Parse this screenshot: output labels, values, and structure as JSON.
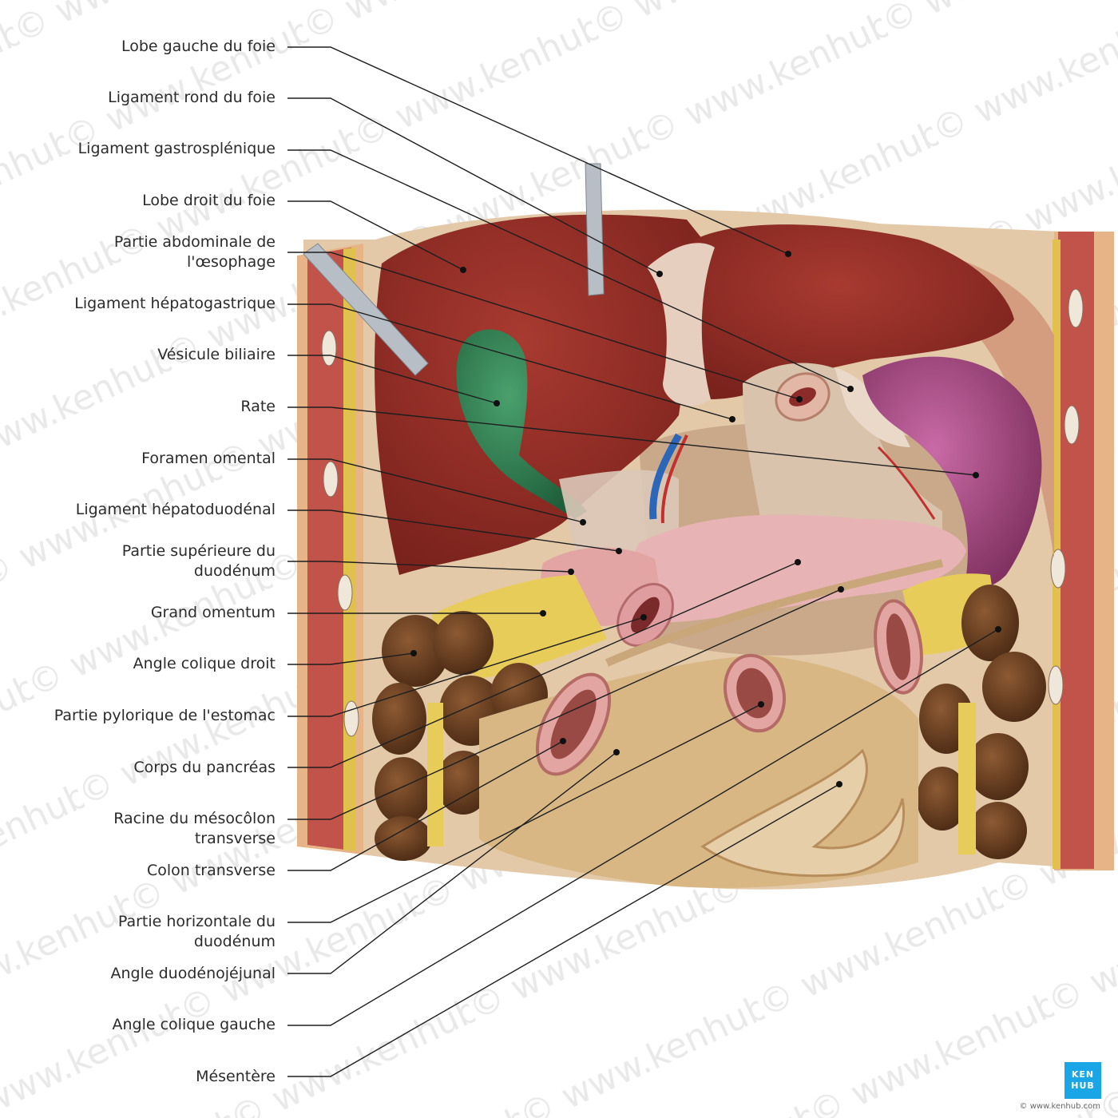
{
  "labels": [
    {
      "text": "Lobe gauche du foie"
    },
    {
      "text": "Ligament rond du foie"
    },
    {
      "text": "Ligament gastrosplénique"
    },
    {
      "text": "Lobe droit du foie"
    },
    {
      "text": "Partie abdominale de\nl'œsophage"
    },
    {
      "text": "Ligament hépatogastrique"
    },
    {
      "text": "Vésicule biliaire"
    },
    {
      "text": "Rate"
    },
    {
      "text": "Foramen omental"
    },
    {
      "text": "Ligament hépatoduodénal"
    },
    {
      "text": "Partie supérieure du\nduodénum"
    },
    {
      "text": "Grand omentum"
    },
    {
      "text": "Angle colique droit"
    },
    {
      "text": "Partie pylorique de l'estomac"
    },
    {
      "text": "Corps du pancréas"
    },
    {
      "text": "Racine du mésocôlon\ntransverse"
    },
    {
      "text": "Colon transverse"
    },
    {
      "text": "Partie horizontale du\nduodénum"
    },
    {
      "text": "Angle duodénojéjunal"
    },
    {
      "text": "Angle colique gauche"
    },
    {
      "text": "Mésentère"
    }
  ],
  "watermark": "© www.kenhub.com",
  "logo": {
    "line1": "KEN",
    "line2": "HUB"
  },
  "credit": "© www.kenhub.com",
  "colors": {
    "liver": "#8e2a23",
    "gallbladder": "#2f7a4e",
    "spleen": "#a3487e",
    "pancreas": "#e8b3b4",
    "colon": "#6e4222",
    "fat": "#e8cc5a",
    "mesentery": "#d8b784",
    "wall": "#c2534b",
    "leader": "#1e1e1e",
    "logo": "#1aa6e6"
  }
}
